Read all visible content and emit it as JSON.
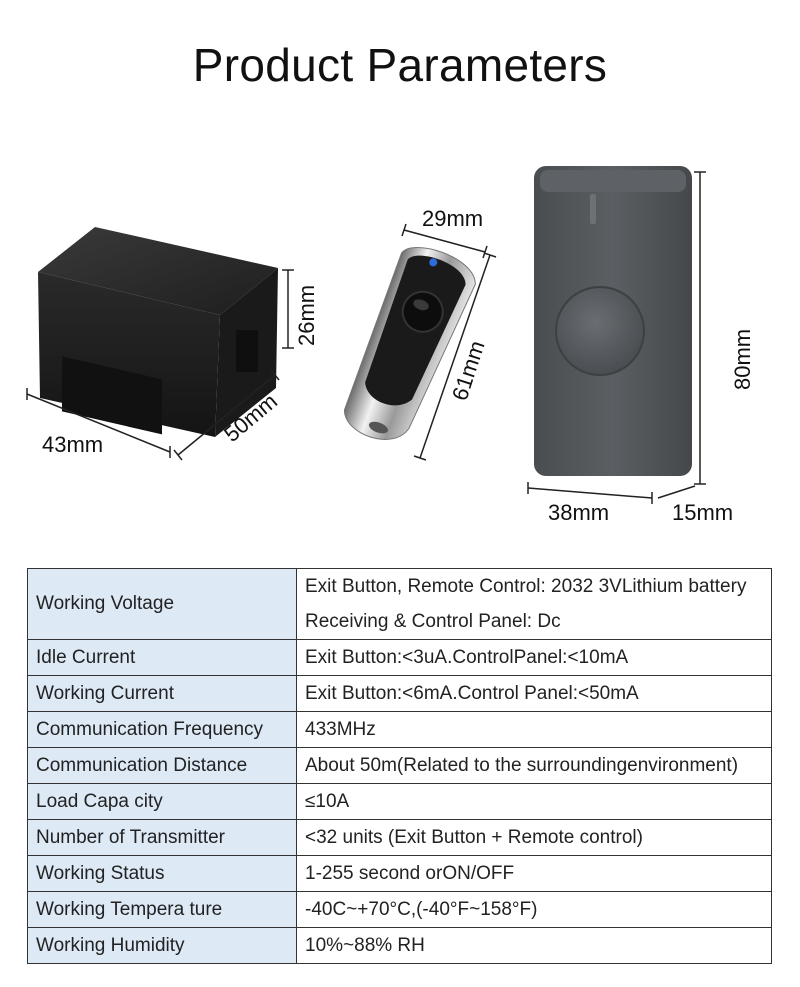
{
  "title": "Product Parameters",
  "dimensions": {
    "receiver_height": "26mm",
    "receiver_length": "50mm",
    "receiver_width": "43mm",
    "remote_width": "29mm",
    "remote_length": "61mm",
    "button_height": "80mm",
    "button_width": "38mm",
    "button_depth": "15mm"
  },
  "parameters": [
    {
      "label": "Working Voltage",
      "values": [
        "Exit Button, Remote Control: 2032 3VLithium battery",
        "Receiving & Control Panel: Dc"
      ]
    },
    {
      "label": "Idle Current",
      "values": [
        "Exit Button:<3uA.ControlPanel:<10mA"
      ]
    },
    {
      "label": "Working Current",
      "values": [
        "Exit Button:<6mA.Control Panel:<50mA"
      ]
    },
    {
      "label": "Communication Frequency",
      "values": [
        "433MHz"
      ]
    },
    {
      "label": "Communication Distance",
      "values": [
        "About 50m(Related to the surroundingenvironment)"
      ]
    },
    {
      "label": "Load Capa city",
      "values": [
        "≤10A"
      ]
    },
    {
      "label": "Number of Transmitter",
      "values": [
        "<32 units (Exit Button + Remote control)"
      ]
    },
    {
      "label": "Working Status",
      "values": [
        "1-255 second orON/OFF"
      ]
    },
    {
      "label": "Working Tempera ture",
      "values": [
        "-40C~+70°C,(-40°F~158°F)"
      ]
    },
    {
      "label": "Working Humidity",
      "values": [
        "10%~88% RH"
      ]
    }
  ]
}
